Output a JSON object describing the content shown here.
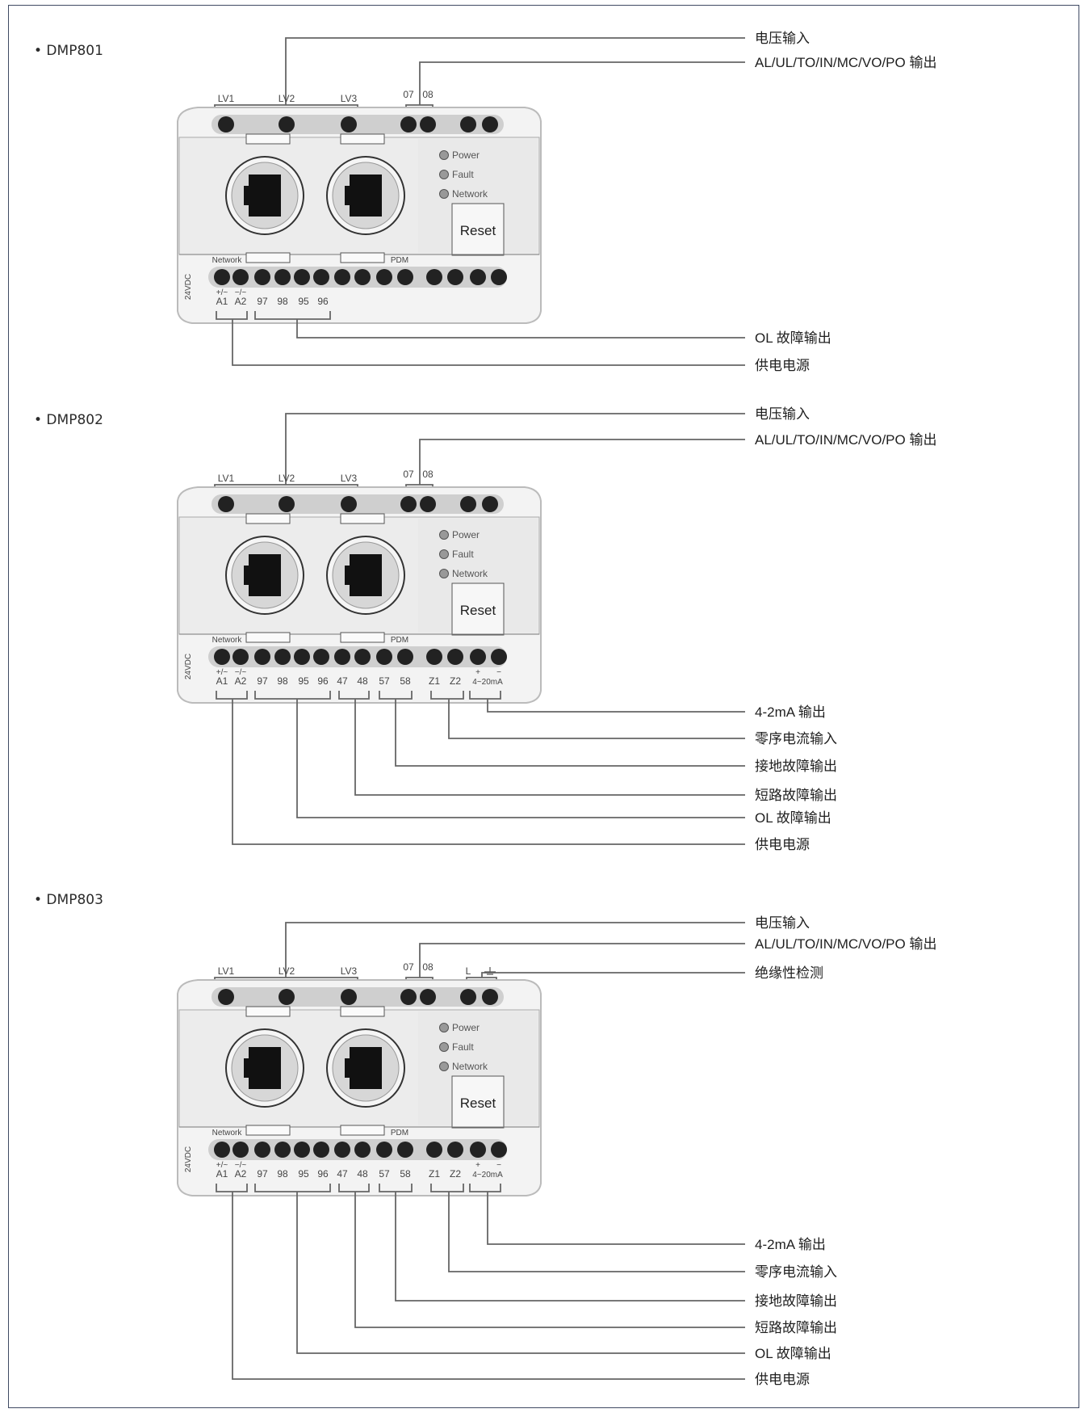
{
  "models": [
    {
      "title": "• DMP801",
      "top_labels": [
        "电压输入",
        "AL/UL/TO/IN/MC/VO/PO 输出"
      ],
      "bottom_labels": [
        "OL 故障输出",
        "供电电源"
      ],
      "upper_terminals": [
        "LV1",
        "LV2",
        "LV3",
        "07",
        "08"
      ],
      "lower_terminals": [
        "A1",
        "A2",
        "97",
        "98",
        "95",
        "96"
      ],
      "lower_signs": [
        "+/~",
        "−/~"
      ],
      "side_label": "24VDC",
      "port_labels": [
        "Network",
        "PDM"
      ],
      "leds": [
        "Power",
        "Fault",
        "Network"
      ],
      "reset_label": "Reset"
    },
    {
      "title": "• DMP802",
      "top_labels": [
        "电压输入",
        "AL/UL/TO/IN/MC/VO/PO 输出"
      ],
      "bottom_labels": [
        "4-2mA 输出",
        "零序电流输入",
        "接地故障输出",
        "短路故障输出",
        "OL 故障输出",
        "供电电源"
      ],
      "upper_terminals": [
        "LV1",
        "LV2",
        "LV3",
        "07",
        "08"
      ],
      "lower_terminals": [
        "A1",
        "A2",
        "97",
        "98",
        "95",
        "96",
        "47",
        "48",
        "57",
        "58",
        "Z1",
        "Z2",
        "4~20mA"
      ],
      "lower_signs": [
        "+/~",
        "−/~",
        "+",
        "−"
      ],
      "side_label": "24VDC",
      "port_labels": [
        "Network",
        "PDM"
      ],
      "leds": [
        "Power",
        "Fault",
        "Network"
      ],
      "reset_label": "Reset"
    },
    {
      "title": "• DMP803",
      "top_labels": [
        "电压输入",
        "AL/UL/TO/IN/MC/VO/PO 输出",
        "绝缘性检测"
      ],
      "bottom_labels": [
        "4-2mA 输出",
        "零序电流输入",
        "接地故障输出",
        "短路故障输出",
        "OL 故障输出",
        "供电电源"
      ],
      "upper_terminals": [
        "LV1",
        "LV2",
        "LV3",
        "07",
        "08",
        "L"
      ],
      "lower_terminals": [
        "A1",
        "A2",
        "97",
        "98",
        "95",
        "96",
        "47",
        "48",
        "57",
        "58",
        "Z1",
        "Z2",
        "4~20mA"
      ],
      "lower_signs": [
        "+/~",
        "−/~",
        "+",
        "−"
      ],
      "side_label": "24VDC",
      "port_labels": [
        "Network",
        "PDM"
      ],
      "leds": [
        "Power",
        "Fault",
        "Network"
      ],
      "reset_label": "Reset"
    }
  ]
}
